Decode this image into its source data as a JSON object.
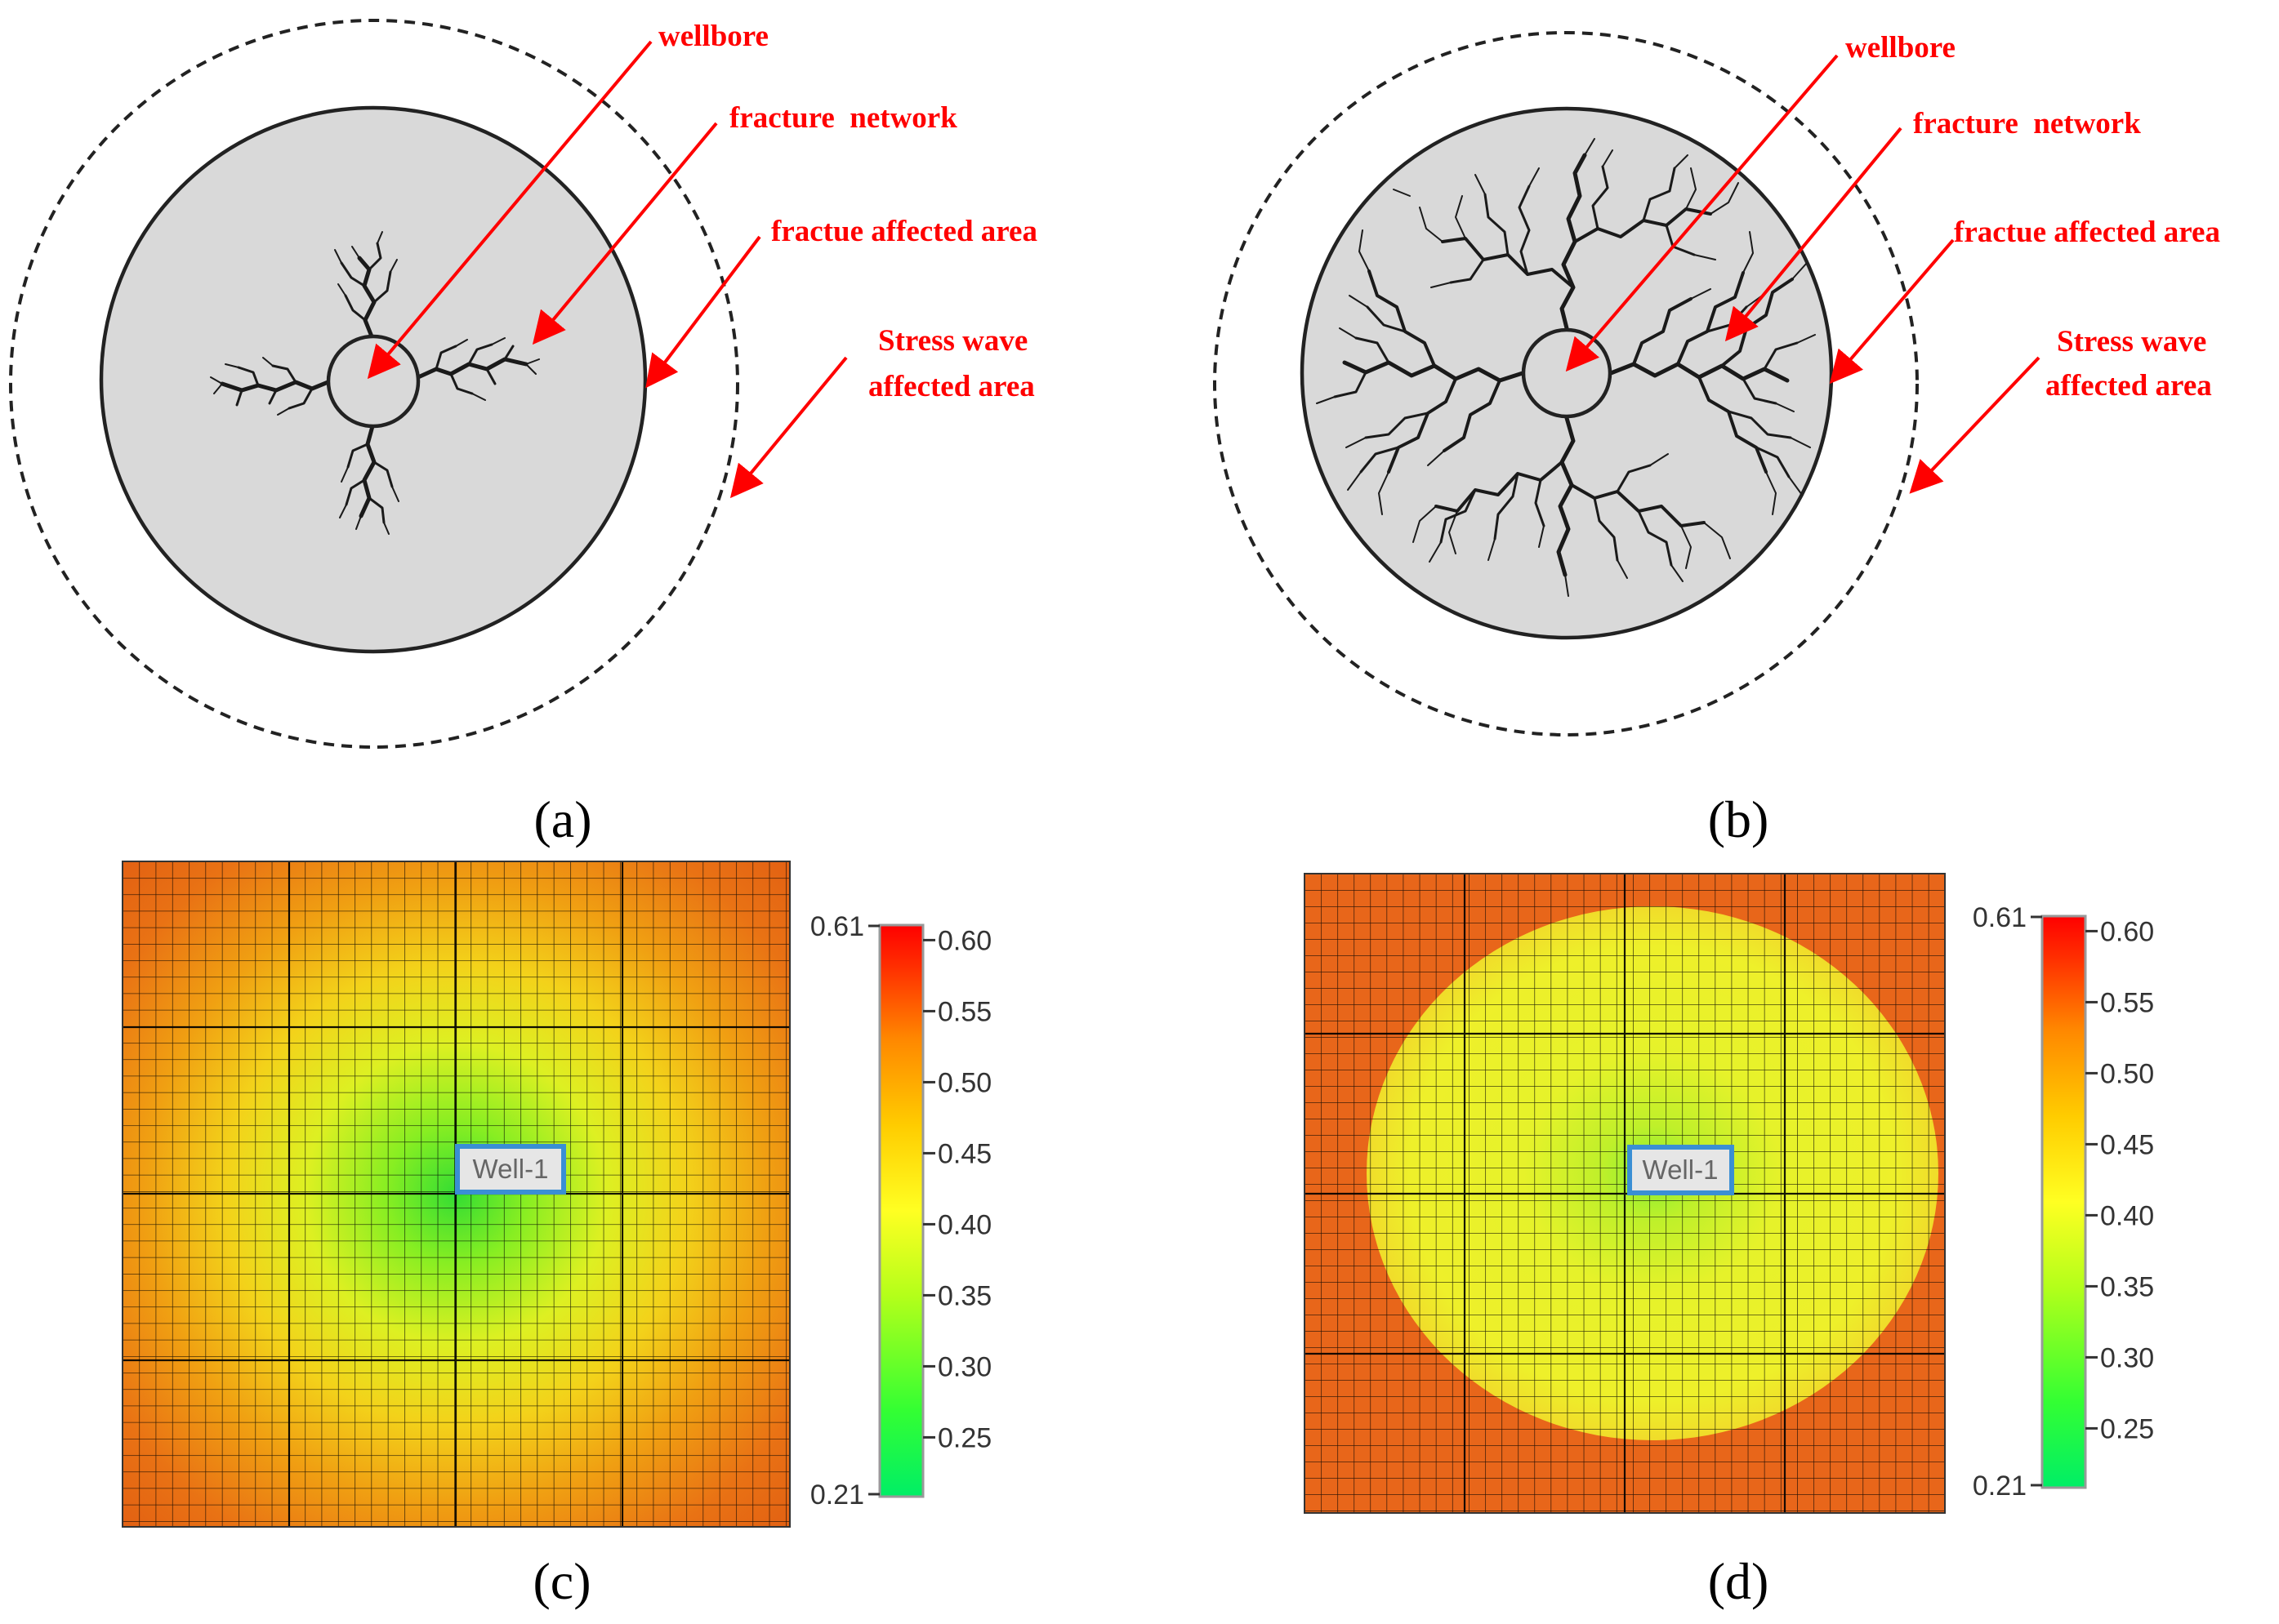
{
  "colors": {
    "annotation": "#ff0000",
    "disk_fill": "#d9d9d9",
    "outline": "#222222",
    "crack": "#1a1a1a",
    "well_box_border": "#3a8fd4",
    "well_box_fill": "#e6e6e6",
    "colormap": [
      "#00ee66",
      "#33ff33",
      "#b3ff1a",
      "#ffff22",
      "#ffcc00",
      "#ff8800",
      "#ff3300",
      "#ff0000"
    ]
  },
  "panel_a": {
    "labels": {
      "wellbore": "wellbore",
      "fracture_network": "fracture  network",
      "fracture_area": "fractue affected area",
      "stress_line1": "Stress wave",
      "stress_line2": "affected area"
    },
    "caption": "(a)"
  },
  "panel_b": {
    "labels": {
      "wellbore": "wellbore",
      "fracture_network": "fracture  network",
      "fracture_area": "fractue affected area",
      "stress_line1": "Stress wave",
      "stress_line2": "affected area"
    },
    "caption": "(b)"
  },
  "panel_c": {
    "well_label": "Well-1",
    "caption": "(c)",
    "colorbar": {
      "min_label": "0.21",
      "max_label": "0.61",
      "ticks": [
        "0.60",
        "0.55",
        "0.50",
        "0.45",
        "0.40",
        "0.35",
        "0.30",
        "0.25"
      ]
    }
  },
  "panel_d": {
    "well_label": "Well-1",
    "caption": "(d)",
    "colorbar": {
      "min_label": "0.21",
      "max_label": "0.61",
      "ticks": [
        "0.60",
        "0.55",
        "0.50",
        "0.45",
        "0.40",
        "0.35",
        "0.30",
        "0.25"
      ]
    }
  }
}
